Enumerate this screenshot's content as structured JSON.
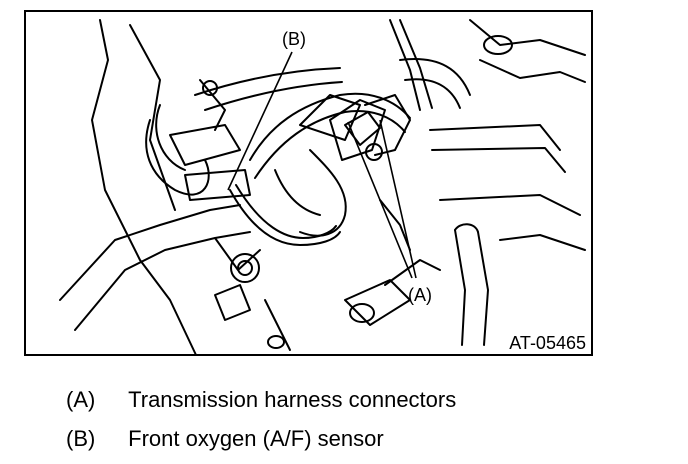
{
  "figure": {
    "code": "AT-05465",
    "callouts": [
      {
        "key": "A",
        "label": "(A)"
      },
      {
        "key": "B",
        "label": "(B)"
      }
    ]
  },
  "legend": [
    {
      "key": "(A)",
      "text": "Transmission harness connectors"
    },
    {
      "key": "(B)",
      "text": "Front oxygen (A/F) sensor"
    }
  ]
}
